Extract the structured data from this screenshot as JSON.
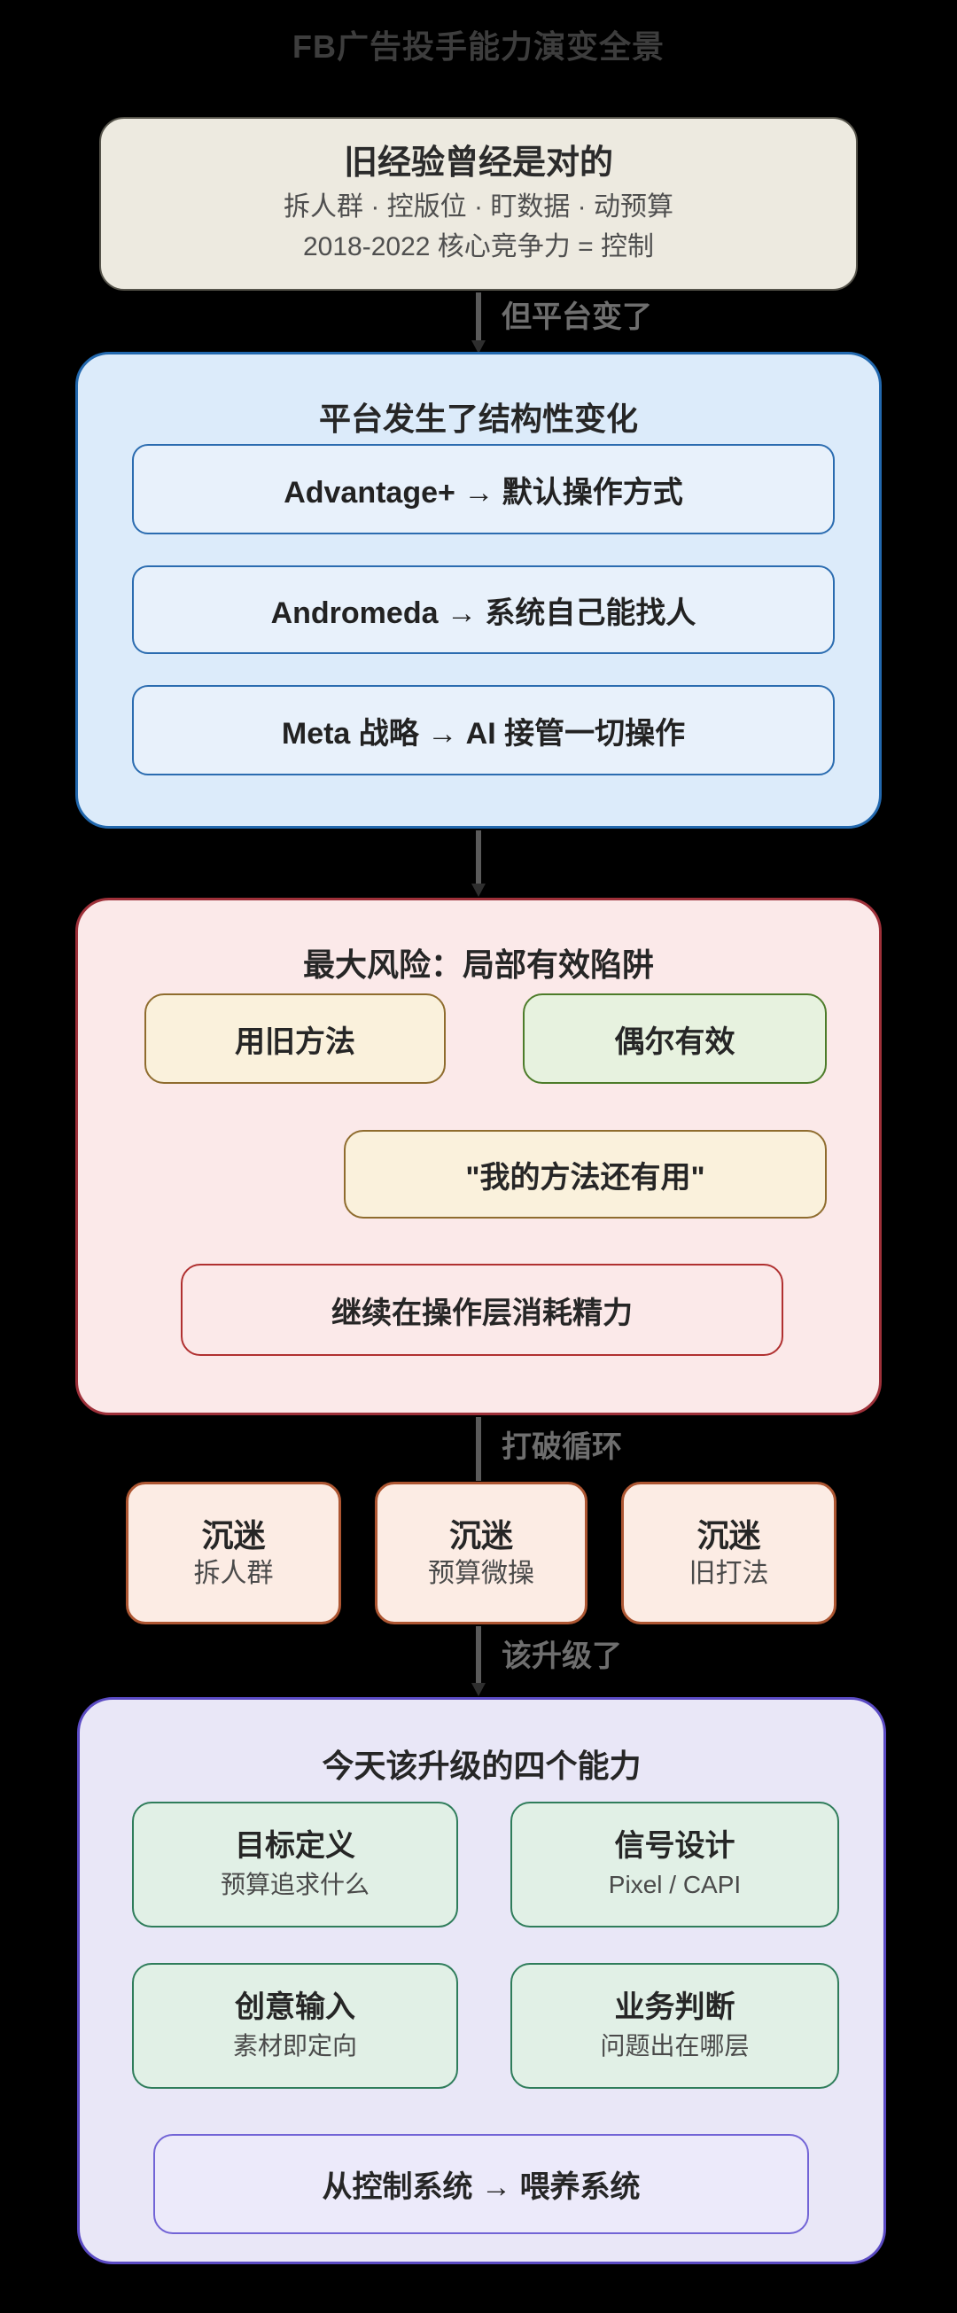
{
  "page_title": "FB广告投手能力演变全景",
  "old_experience": {
    "title": "旧经验曾经是对的",
    "line1": "拆人群 · 控版位 · 盯数据 · 动预算",
    "line2": "2018-2022 核心竞争力 = 控制"
  },
  "edge_labels": {
    "platform_changed": "但平台变了",
    "break_loop": "打破循环",
    "time_to_upgrade": "该升级了"
  },
  "platform_change": {
    "title": "平台发生了结构性变化",
    "items": [
      "Advantage+ → 默认操作方式",
      "Andromeda → 系统自己能找人",
      "Meta 战略 → AI 接管一切操作"
    ]
  },
  "risk": {
    "title": "最大风险：局部有效陷阱",
    "old_method": "用旧方法",
    "sometimes_works": "偶尔有效",
    "belief": "\"我的方法还有用\"",
    "keep_wasting": "继续在操作层消耗精力"
  },
  "addictions": [
    {
      "title": "沉迷",
      "subtitle": "拆人群"
    },
    {
      "title": "沉迷",
      "subtitle": "预算微操"
    },
    {
      "title": "沉迷",
      "subtitle": "旧打法"
    }
  ],
  "upgrade": {
    "title": "今天该升级的四个能力",
    "capabilities": [
      {
        "title": "目标定义",
        "subtitle": "预算追求什么"
      },
      {
        "title": "信号设计",
        "subtitle": "Pixel / CAPI"
      },
      {
        "title": "创意输入",
        "subtitle": "素材即定向"
      },
      {
        "title": "业务判断",
        "subtitle": "问题出在哪层"
      }
    ],
    "conclusion": "从控制系统 → 喂养系统"
  },
  "colors": {
    "background": "#000000",
    "beige_fill": "#edeae0",
    "blue_fill": "#dcebfa",
    "blue_border": "#2268ae",
    "inner_blue_fill": "#e8f1fb",
    "pink_fill": "#fbe9e9",
    "pink_border": "#9e3039",
    "tan_fill": "#faf1dc",
    "tan_border": "#8f6c2e",
    "green_fill": "#e7f2df",
    "green_border": "#4d7c2a",
    "red_box_border": "#b03030",
    "loop_arrow_red": "#d6504f",
    "peach_fill": "#fcece4",
    "peach_border": "#ad5632",
    "purple_fill": "#e9e7f7",
    "purple_border": "#5b4bc4",
    "mint_fill": "#e1f0e6",
    "mint_border": "#2f7d5b",
    "lavender_box_border": "#7264d6",
    "arrow_gray": "#5a5a5a",
    "edge_label_gray": "#6e6e6e"
  }
}
